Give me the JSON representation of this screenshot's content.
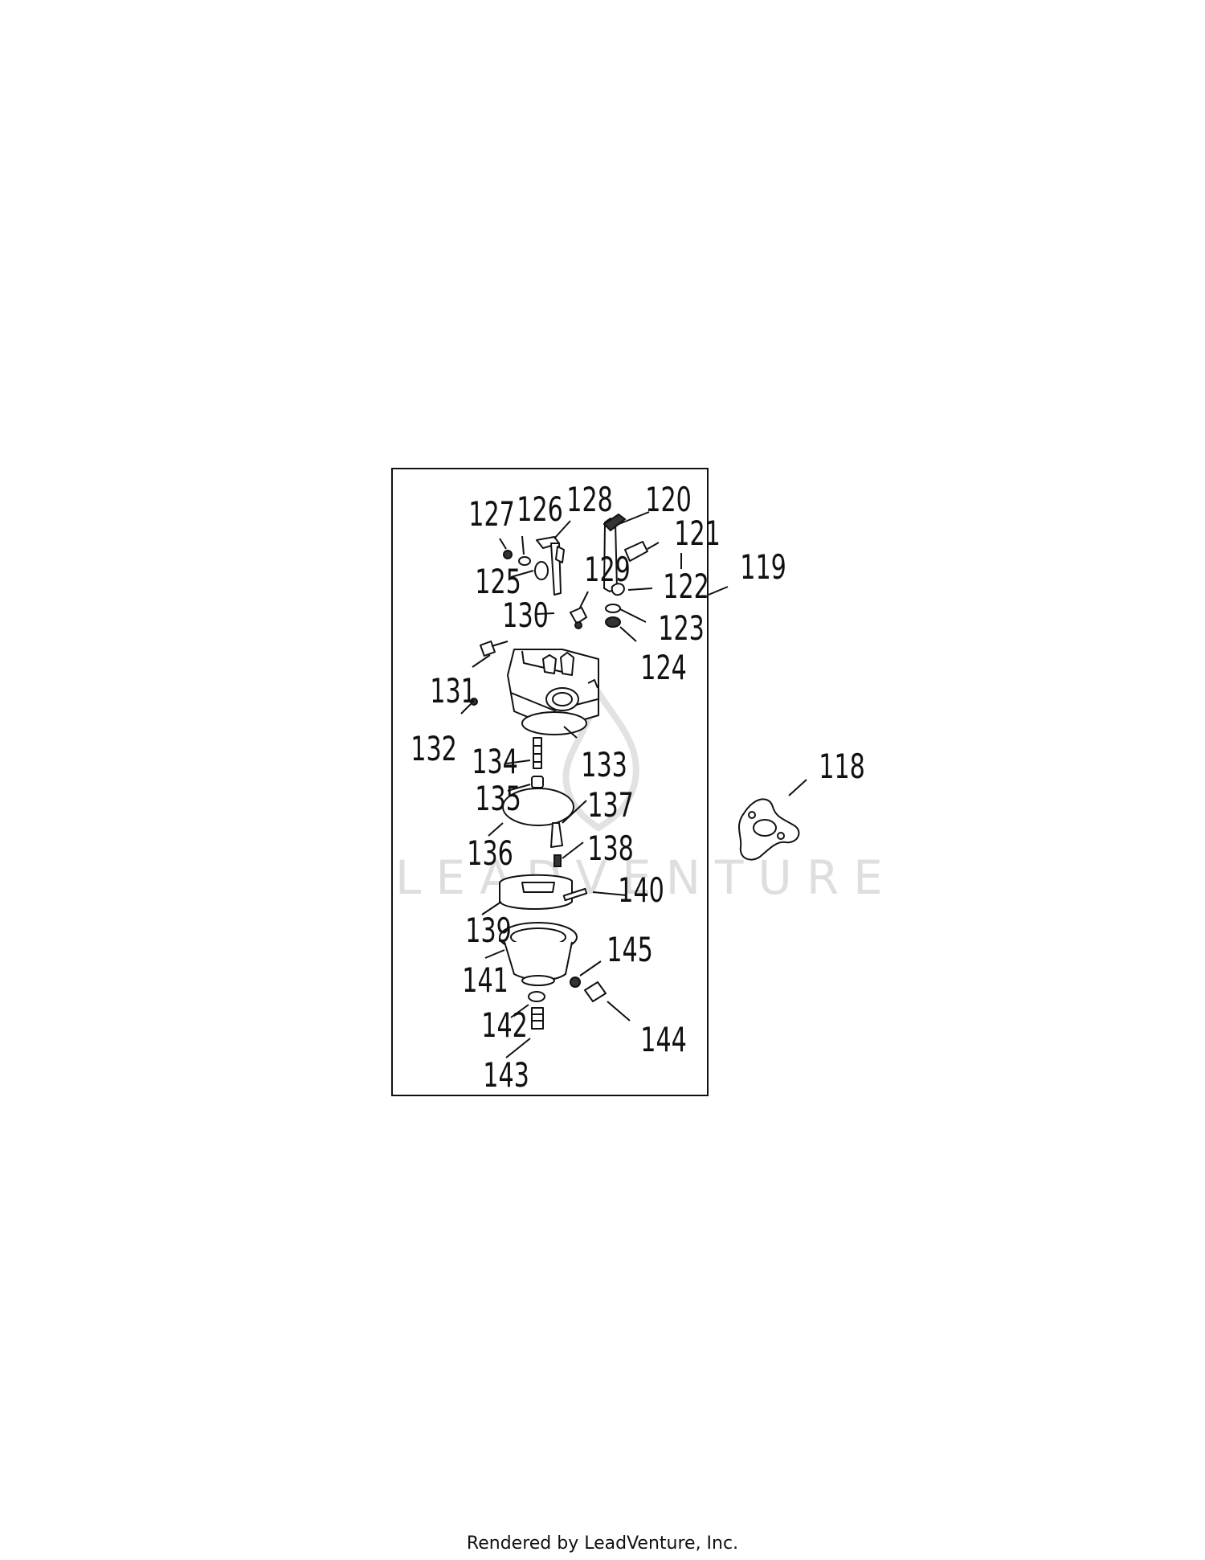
{
  "diagram": {
    "assembly_label": "119",
    "separate_part_label": "118",
    "watermark": "LEADVENTURE",
    "labels": {
      "l120": "120",
      "l121": "121",
      "l122": "122",
      "l123": "123",
      "l124": "124",
      "l125": "125",
      "l126": "126",
      "l127": "127",
      "l128": "128",
      "l129": "129",
      "l130": "130",
      "l131": "131",
      "l132": "132",
      "l133": "133",
      "l134": "134",
      "l135": "135",
      "l136": "136",
      "l137": "137",
      "l138": "138",
      "l139": "139",
      "l140": "140",
      "l141": "141",
      "l142": "142",
      "l143": "143",
      "l144": "144",
      "l145": "145"
    }
  },
  "footer": {
    "text": "Rendered by LeadVenture, Inc."
  }
}
